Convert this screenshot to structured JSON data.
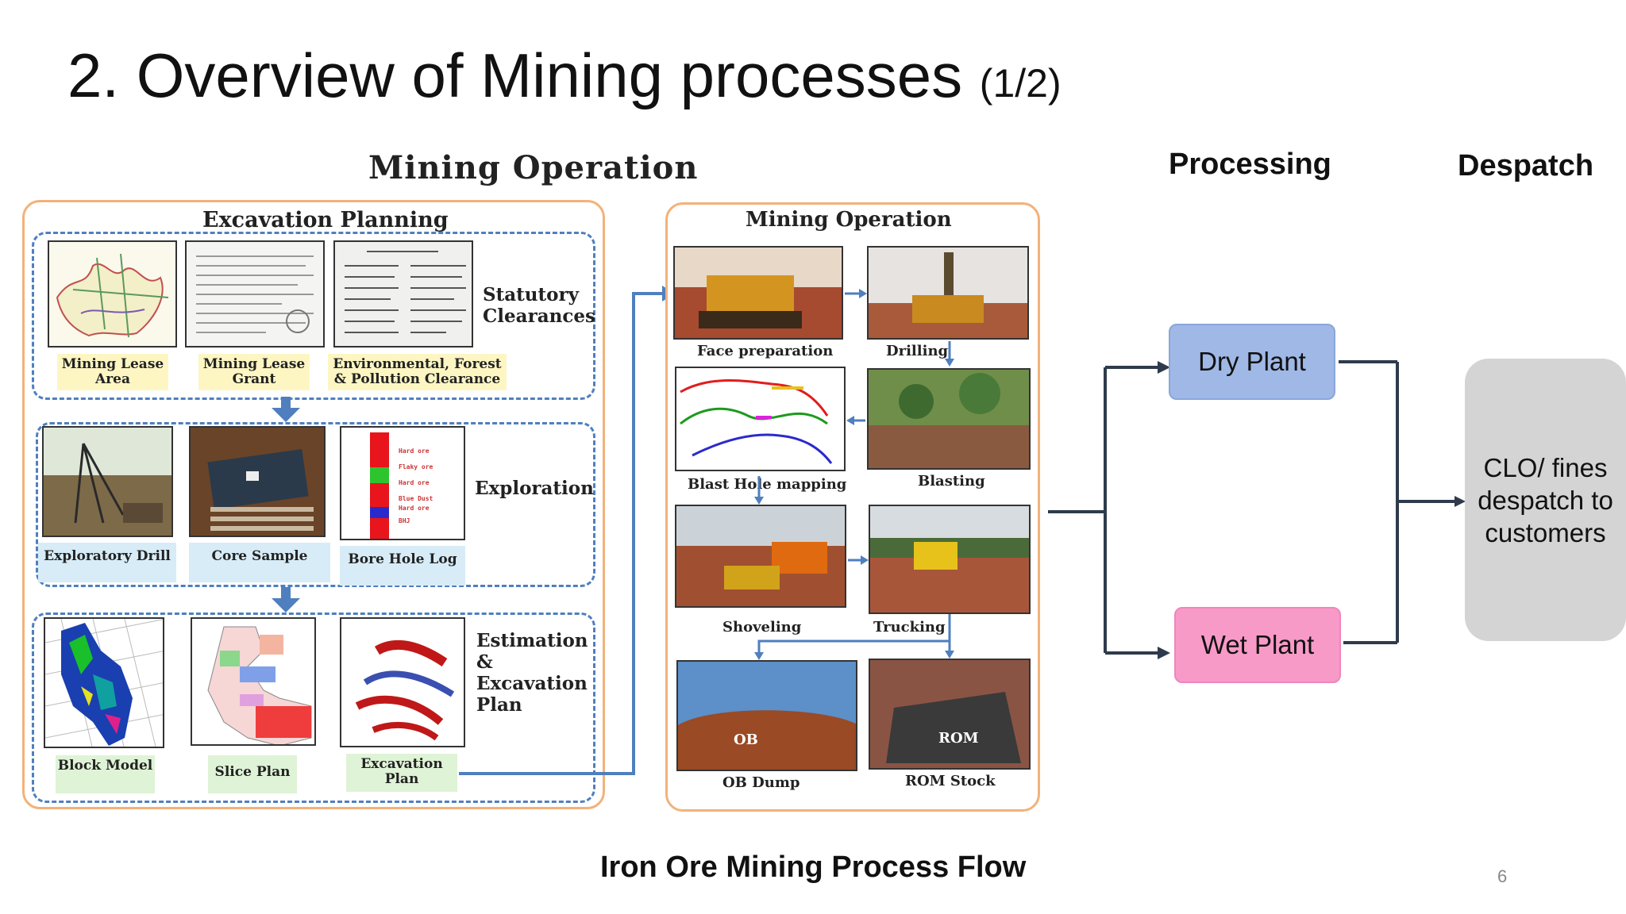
{
  "slide": {
    "title": "2. Overview of Mining processes",
    "title_suffix": "(1/2)",
    "footer": "Iron Ore Mining Process Flow",
    "page_number": "6"
  },
  "headers": {
    "mining_operation": "Mining Operation",
    "processing": "Processing",
    "despatch": "Despatch"
  },
  "excavation_planning": {
    "title": "Excavation Planning",
    "statutory": {
      "label": "Statutory Clearances",
      "items": [
        "Mining Lease Area",
        "Mining Lease Grant",
        "Environmental, Forest & Pollution Clearance"
      ]
    },
    "exploration": {
      "label": "Exploration",
      "items": [
        "Exploratory Drill",
        "Core Sample",
        "Bore Hole Log"
      ],
      "bore_log_legend": [
        "Hard ore",
        "Flaky ore",
        "Hard ore",
        "Blue Dust",
        "Hard ore",
        "BHJ"
      ]
    },
    "estimation": {
      "label": "Estimation & Excavation Plan",
      "items": [
        "Block Model",
        "Slice Plan",
        "Excavation Plan"
      ]
    }
  },
  "mining_operation_panel": {
    "title": "Mining Operation",
    "steps": [
      "Face preparation",
      "Drilling",
      "Blast Hole mapping",
      "Blasting",
      "Shoveling",
      "Trucking",
      "OB Dump",
      "ROM Stock"
    ],
    "photo_labels": {
      "ob": "OB",
      "rom": "ROM"
    }
  },
  "processing": {
    "dry_plant": "Dry Plant",
    "wet_plant": "Wet Plant"
  },
  "despatch": {
    "box_text": "CLO/ fines despatch to customers"
  },
  "colors": {
    "panel_border": "#f2b27a",
    "dashed_border": "#4f7fbf",
    "arrow_blue": "#4f7fbf",
    "dry_plant": "#9fb8e6",
    "wet_plant": "#f79ac8",
    "despatch_box": "#d4d4d4",
    "connector": "#2f3b4c"
  }
}
